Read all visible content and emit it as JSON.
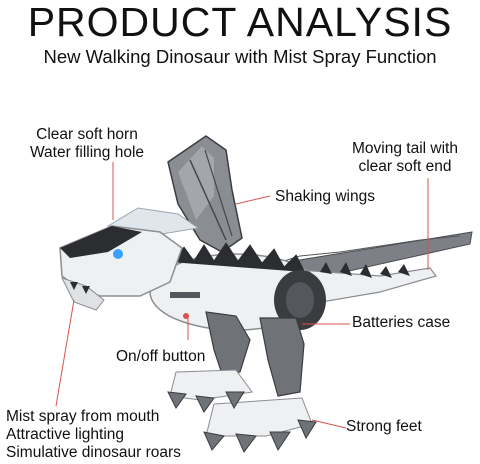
{
  "header": {
    "title": "PRODUCT ANALYSIS",
    "subtitle": "New Walking Dinosaur with Mist Spray Function"
  },
  "callouts": {
    "horn": [
      "Clear soft horn",
      "Water filling hole"
    ],
    "tail": [
      "Moving tail with",
      "clear soft end"
    ],
    "wings": "Shaking wings",
    "batteries": "Batteries case",
    "switch": "On/off button",
    "mouth": [
      "Mist spray from mouth",
      "Attractive lighting",
      "Simulative dinosaur roars"
    ],
    "feet": "Strong feet"
  },
  "colors": {
    "leader_line": "#d9534f",
    "body_white": "#eef0f2",
    "body_gray": "#8a8d92",
    "dark": "#2b2d31"
  }
}
